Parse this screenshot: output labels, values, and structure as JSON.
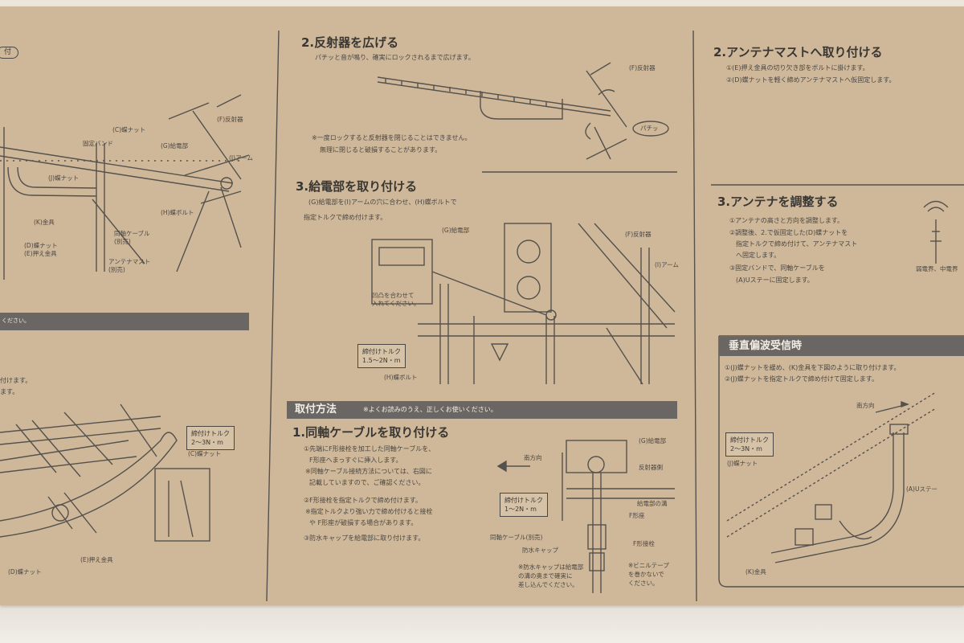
{
  "colors": {
    "paper": "#cfb89a",
    "ink": "#4a4641",
    "band": "#6a6663",
    "floor": "#ece6da"
  },
  "left": {
    "badge": "付",
    "labels": {
      "reflector": "(F)反射器",
      "wing_nut": "(C)蝶ナット",
      "fix_band": "固定バンド",
      "feeder": "(G)給電部",
      "arm": "(I)アーム",
      "j_nut": "(J)蝶ナット",
      "h_bolt": "(H)蝶ボルト",
      "k_fitting": "(K)金具",
      "coax": "同軸ケーブル\n(別売)",
      "d_nut": "(D)蝶ナット\n(E)押え金具",
      "mast": "アンテナマスト\n(別売)"
    },
    "band_tail": "ください。",
    "lower_notes": [
      "付けます。",
      "ます。"
    ],
    "torque": "締付けトルク\n2～3N・m",
    "c_nut": "(C)蝶ナット",
    "d_nut2": "(D)蝶ナット",
    "e_fit": "(E)押え金具"
  },
  "middle": {
    "s2_title": "2.反射器を広げる",
    "s2_text": "パチッと音が鳴り、確実にロックされるまで広げます。",
    "s2_note1": "※一度ロックすると反射器を閉じることはできません。",
    "s2_note2": "無理に閉じると破損することがあります。",
    "s2_label_f": "(F)反射器",
    "s2_label_click": "パチッ",
    "s3_title": "3.給電部を取り付ける",
    "s3_text1": "(G)給電部を(I)アームの穴に合わせ、(H)蝶ボルトで",
    "s3_text2": "指定トルクで締め付けます。",
    "s3_label_g": "(G)給電部",
    "s3_label_f": "(F)反射器",
    "s3_label_i": "(I)アーム",
    "s3_label_h": "(H)蝶ボルト",
    "s3_inset": "凹凸を合わせて\n入れてください。",
    "s3_torque": "締付けトルク\n1.5～2N・m",
    "howto_band": "取付方法",
    "howto_note": "※よくお読みのうえ、正しくお使いください。",
    "s1_title": "1.同軸ケーブルを取り付ける",
    "s1_items": [
      "①先端にF形接栓を加工した同軸ケーブルを、",
      "F形座へまっすぐに挿入します。",
      "※同軸ケーブル接続方法については、右図に",
      "記載していますので、ご確認ください。",
      "②F形接栓を指定トルクで締め付けます。",
      "※指定トルクより強い力で締め付けると接栓",
      "や F形座が破損する場合があります。",
      "③防水キャップを給電部に取り付けます。"
    ],
    "s1_labels": {
      "dir": "南方向",
      "g": "(G)給電部",
      "refl_side": "反射器側",
      "groove": "給電部の溝",
      "fseat": "F形座",
      "torque": "締付けトルク\n1～2N・m",
      "coax": "同軸ケーブル(別売)",
      "cap": "防水キャップ",
      "fconn": "F形接栓",
      "cap_note": "※防水キャップは給電部\nの溝の奥まで確実に\n差し込んでください。",
      "tape_note": "※ビニルテープ\nを巻かないで\nください。"
    }
  },
  "right": {
    "s2_title": "2.アンテナマストへ取り付ける",
    "s2_items": [
      "①(E)押え金具の切り欠き部をボルトに掛けます。",
      "②(D)蝶ナットを軽く締めアンテナマストへ仮固定します。"
    ],
    "s3_title": "3.アンテナを調整する",
    "s3_items": [
      "①アンテナの高さと方向を調整します。",
      "②調整後、2.で仮固定した(D)蝶ナットを",
      "指定トルクで締め付けて、アンテナマスト",
      "へ固定します。",
      "③固定バンドで、同軸ケーブルを",
      "(A)Uステーに固定します。"
    ],
    "s3_side": "弱電界、中電界",
    "vp_title": "垂直偏波受信時",
    "vp_items": [
      "①(J)蝶ナットを緩め、(K)金具を下図のように取り付けます。",
      "②(J)蝶ナットを指定トルクで締め付けて固定します。"
    ],
    "vp_dir": "南方向",
    "vp_torque": "締付けトルク\n2～3N・m",
    "vp_j": "(J)蝶ナット",
    "vp_a": "(A)Uステー",
    "vp_k": "(K)金具"
  }
}
